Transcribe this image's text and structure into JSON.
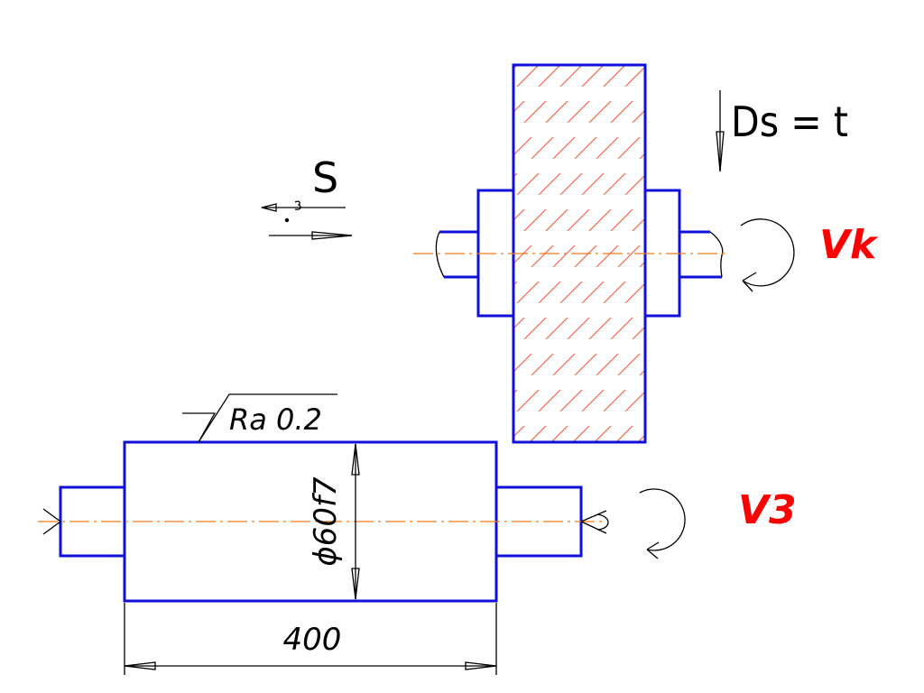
{
  "labels": {
    "feed": "S",
    "radial_feed": "Ds = t",
    "wheel_speed": "Vk",
    "workpiece_speed": "V3",
    "roughness": "Ra 0.2",
    "diameter": "ϕ60f7",
    "length": "400"
  },
  "colors": {
    "contour": "#1010d8",
    "axis": "#f07b18",
    "hatch": "#ee5a40",
    "speed_labels": "#ff0000",
    "dimensions": "#000000"
  }
}
